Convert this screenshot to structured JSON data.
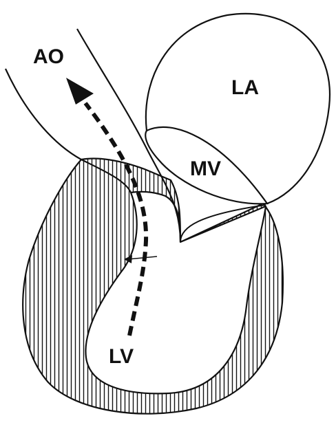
{
  "labels": {
    "ao": "AO",
    "la": "LA",
    "mv": "MV",
    "lv": "LV"
  },
  "colors": {
    "stroke": "#111111",
    "background": "#ffffff"
  }
}
